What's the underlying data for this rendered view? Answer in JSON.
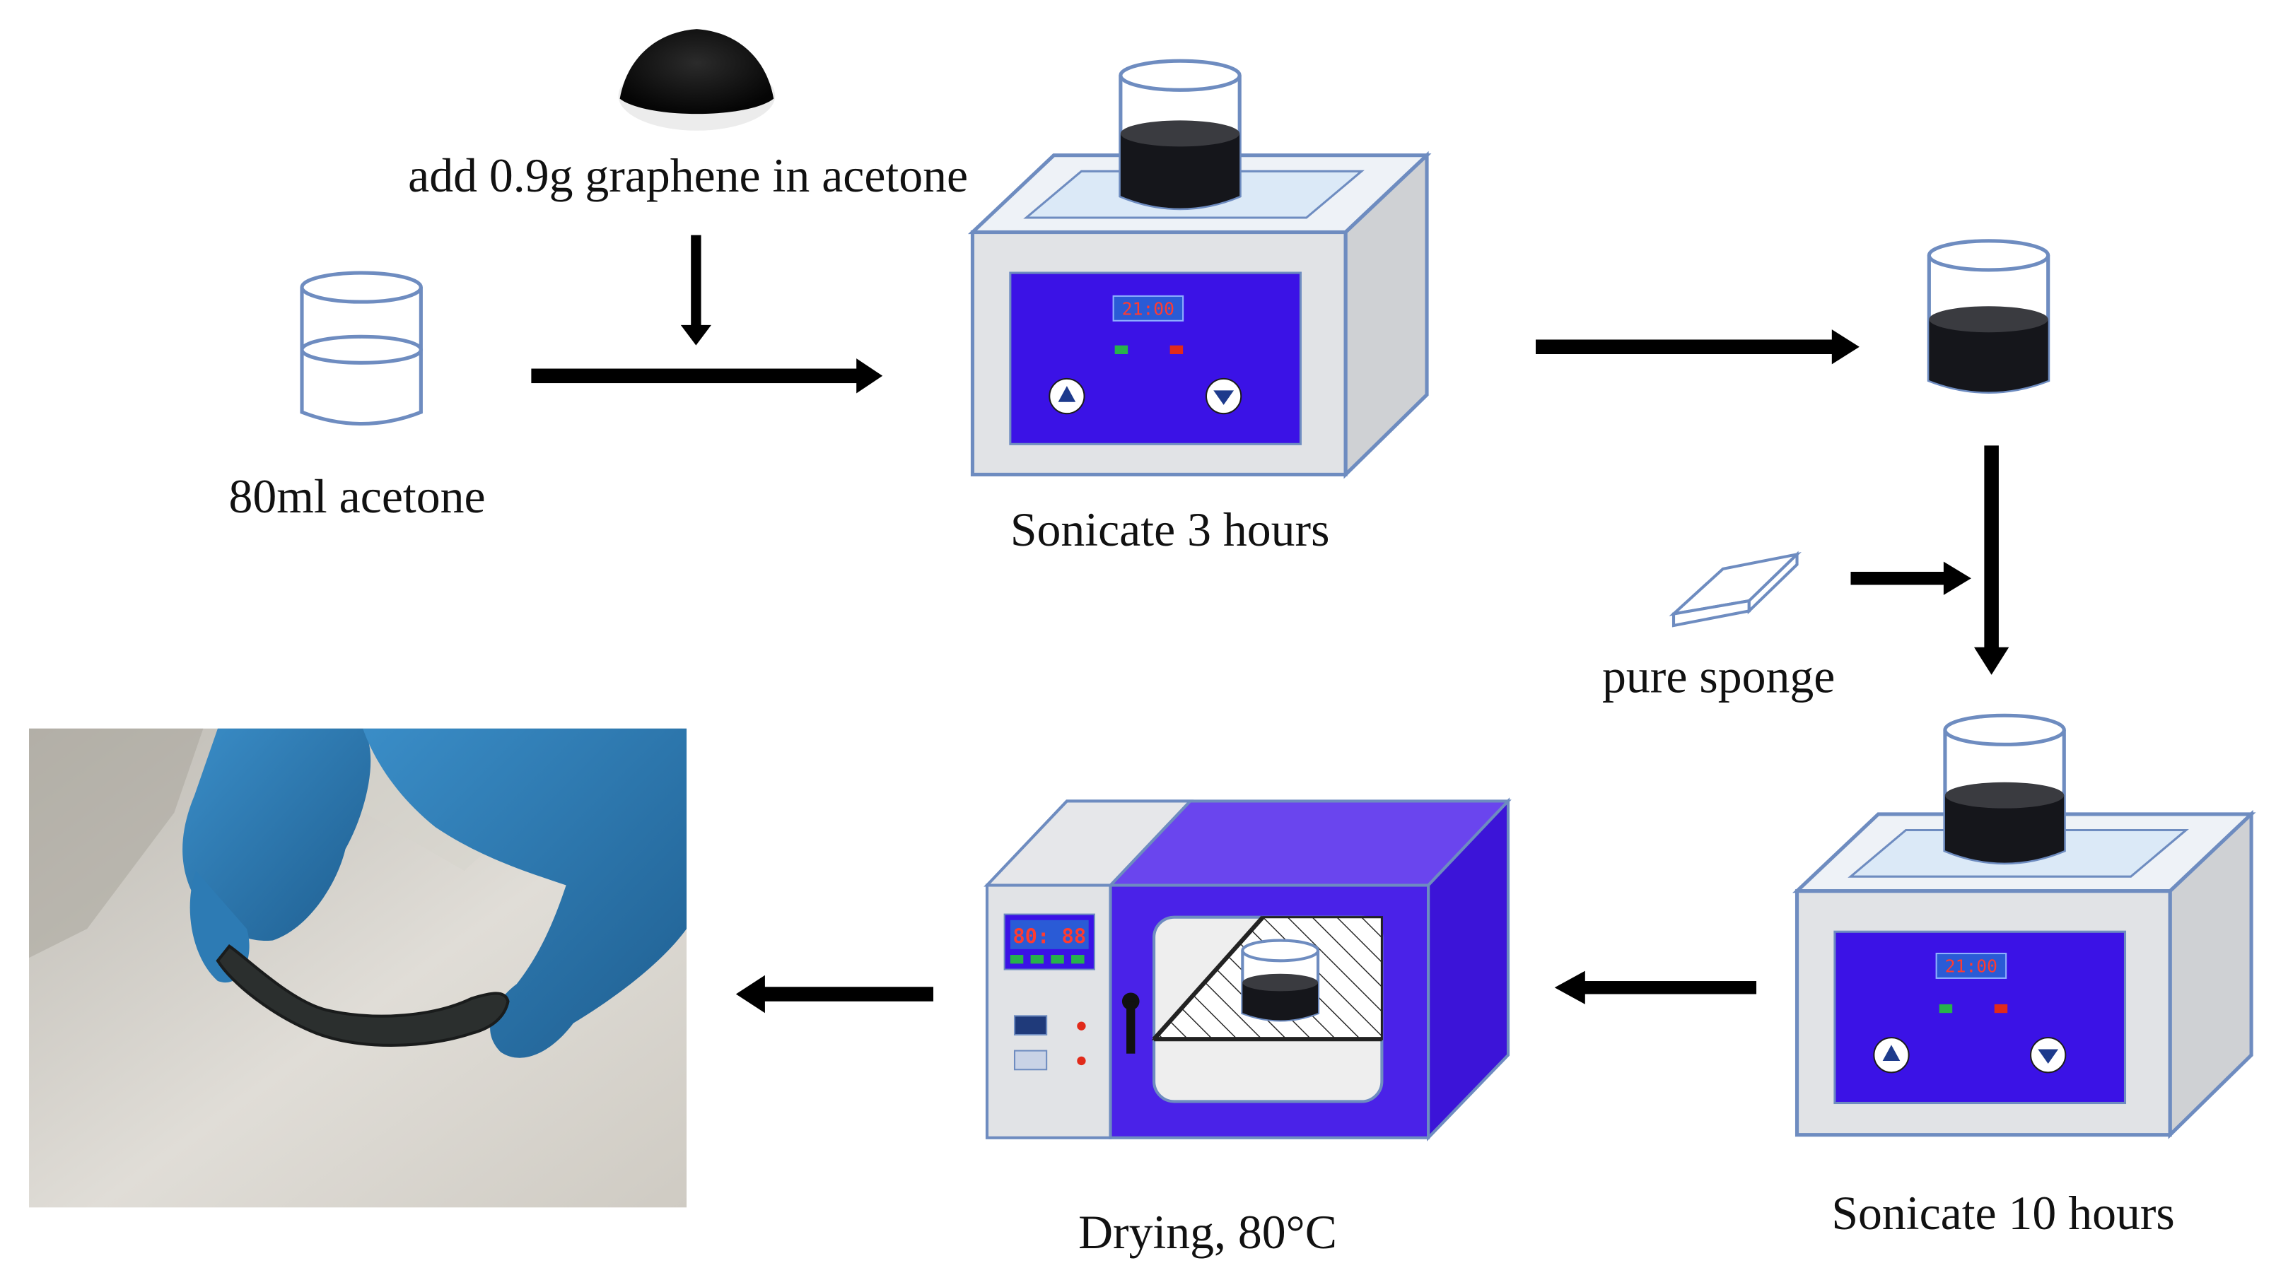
{
  "labels": {
    "add_graphene": "add 0.9g graphene in acetone",
    "acetone": "80ml acetone",
    "sonicate_1": "Sonicate 3 hours",
    "pure_sponge": "pure sponge",
    "sonicate_2": "Sonicate 10 hours",
    "drying": "Drying, 80°C"
  },
  "displays": {
    "sonicator_1_timer": "21:00",
    "sonicator_2_timer": "21:00",
    "oven_display": "80: 88"
  },
  "colors": {
    "panel_blue": "#3b12e6",
    "oven_blue": "#4a22e8",
    "liquid": "#15161b",
    "outline": "#6e8cc0",
    "box_face": "#e1e3e6",
    "box_side": "#cfd1d4",
    "lid": "#dbe9f7",
    "arrow": "#000000",
    "glove": "#2d7bb4",
    "sponge": "#2b2f2e",
    "led_green": "#27b24a",
    "led_red": "#e12a1a"
  },
  "icons": {
    "arrows": "arrow-right / arrow-down / arrow-left",
    "photo": "hand-bending-graphene-sponge"
  }
}
